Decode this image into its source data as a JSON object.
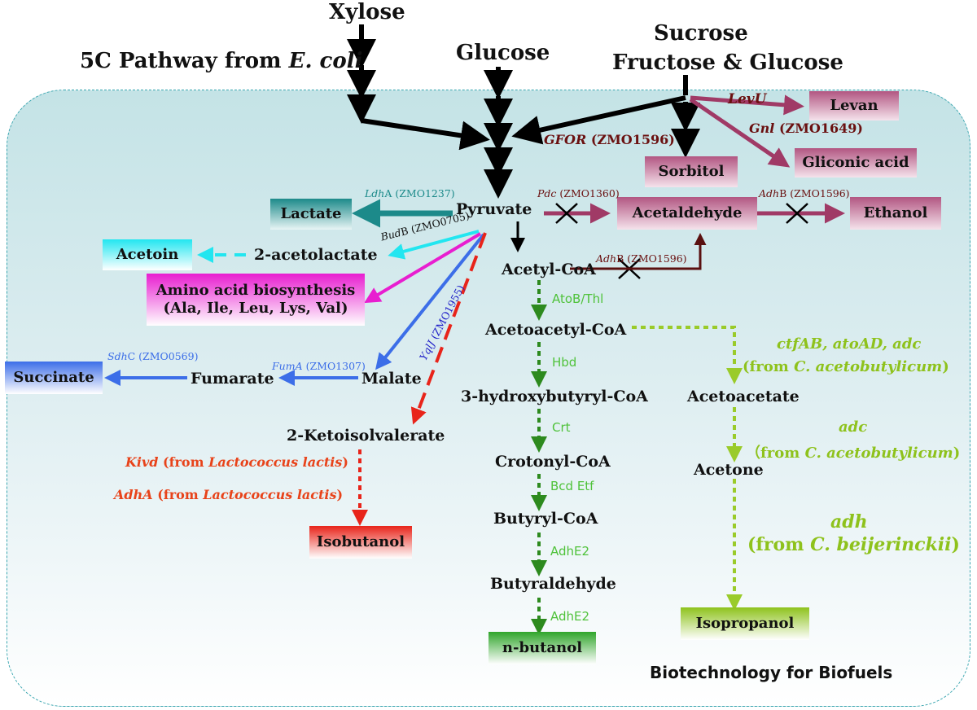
{
  "top": {
    "xylose": "Xylose",
    "pathway_5c": "5C Pathway from",
    "pathway_5c_org": "E. coli",
    "glucose": "Glucose",
    "sucrose": "Sucrose",
    "fructose_glucose": "Fructose & Glucose"
  },
  "metabolites": {
    "pyruvate": "Pyruvate",
    "acetolactate": "2-acetolactate",
    "malate": "Malate",
    "fumarate": "Fumarate",
    "ketoisovalerate": "2-Ketoisolvalerate",
    "acetyl_coa": "Acetyl-CoA",
    "acetoacetyl_coa": "Acetoacetyl-CoA",
    "hydroxybutyryl_coa": "3-hydroxybutyryl-CoA",
    "crotonyl_coa": "Crotonyl-CoA",
    "butyryl_coa": "Butyryl-CoA",
    "butyraldehyde": "Butyraldehyde",
    "acetoacetate": "Acetoacetate",
    "acetone": "Acetone"
  },
  "products": {
    "levan": "Levan",
    "gliconic": "Gliconic acid",
    "sorbitol": "Sorbitol",
    "acetaldehyde": "Acetaldehyde",
    "ethanol": "Ethanol",
    "lactate": "Lactate",
    "acetoin": "Acetoin",
    "amino_line1": "Amino acid biosynthesis",
    "amino_line2": "(Ala, Ile, Leu, Lys, Val)",
    "succinate": "Succinate",
    "isobutanol": "Isobutanol",
    "n_butanol": "n-butanol",
    "isopropanol": "Isopropanol"
  },
  "enzymes": {
    "levu": "LevU",
    "gnl": "Gnl",
    "gnl_id": "(ZMO1649)",
    "gfor": "GFOR",
    "gfor_id": "(ZMO1596)",
    "ldha": "Ldh",
    "ldha_suffix": "A (ZMO1237)",
    "budb": "Bud",
    "budb_suffix": "B (ZMO0705)",
    "pdc": "Pdc",
    "pdc_id": "(ZMO1360)",
    "adhb1": "Adh",
    "adhb1_suffix": "B (ZMO1596)",
    "adhb2": "Adh",
    "adhb2_suffix": "B (ZMO1596)",
    "yqlj": "YqlJ",
    "yqlj_id": "(ZMO1955)",
    "fuma": "FumA",
    "fuma_id": "(ZMO1307)",
    "sdhc": "Sdh",
    "sdhc_suffix": "C (ZMO0569)",
    "atob": "AtoB/Thl",
    "hbd": "Hbd",
    "crt": "Crt",
    "bcd": "Bcd Etf",
    "adhe2a": "AdhE2",
    "adhe2b": "AdhE2",
    "kivd": "Kivd",
    "kivd_from": "(from",
    "kivd_org": "Lactococcus lactis",
    "kivd_close": ")",
    "adha": "AdhA",
    "adha_from": "(from",
    "adha_org": "Lactococcus lactis",
    "adha_close": ")",
    "ctf": "ctfAB, atoAD, adc",
    "ctf_from": "(from",
    "ctf_org": "C. acetobutylicum",
    "ctf_close": ")",
    "adc": "adc",
    "adc_from": "（from",
    "adc_org": "C. acetobutylicum",
    "adc_close": ")",
    "adh": "adh",
    "adh_from": "(from",
    "adh_org": "C. beijerinckii",
    "adh_close": ")"
  },
  "footer": {
    "caption": "Biotechnology for Biofuels"
  },
  "colors": {
    "black_arrow": "#000000",
    "maroon": "#8b3a5c",
    "teal": "#1c8a8a",
    "cyan": "#22e6f0",
    "magenta": "#e81ed0",
    "blue": "#3c6ee8",
    "red": "#e8241a",
    "green": "#2d8a1e",
    "lime": "#9acb2a"
  }
}
